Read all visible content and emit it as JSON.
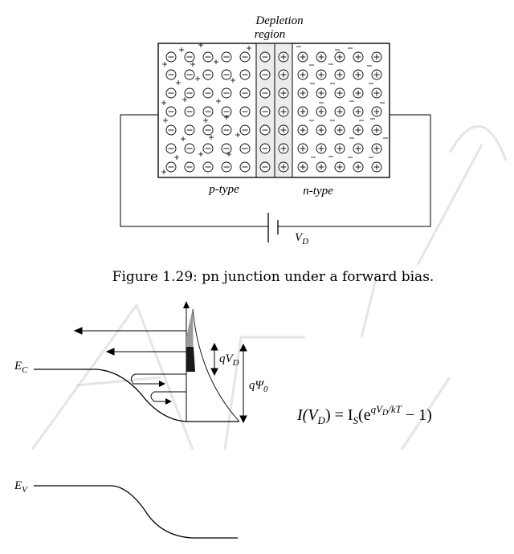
{
  "figure_top": {
    "depletion_label_line1": "Depletion",
    "depletion_label_line2": "region",
    "p_label": "p-type",
    "n_label": "n-type",
    "battery_label": "V",
    "battery_sub": "D",
    "caption": "Figure 1.29: pn junction under a forward bias."
  },
  "figure_bottom": {
    "ec_label": "E",
    "ec_sub": "C",
    "ev_label": "E",
    "ev_sub": "V",
    "qvd_label": "qV",
    "qvd_sub": "D",
    "qpsi_label": "qΨ",
    "qpsi_sub": "0",
    "equation": "I(V_D) = I_S(e^{qV_D/kT} − 1)",
    "eq_lhs": "I(V",
    "eq_lhs_sub": "D",
    "eq_mid": ") = I",
    "eq_mid_sub": "S",
    "eq_paren": "(e",
    "eq_exp": "qV",
    "eq_exp_sub": "D",
    "eq_exp_tail": "/kT",
    "eq_tail": " − 1)"
  }
}
